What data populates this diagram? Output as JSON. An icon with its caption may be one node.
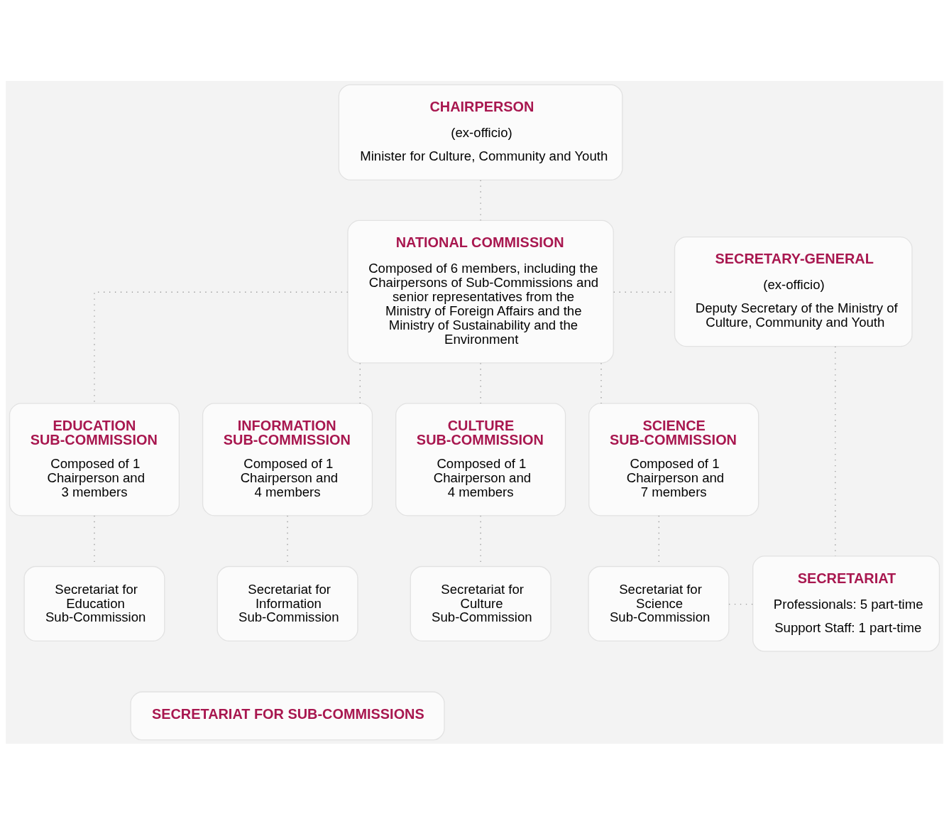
{
  "diagram": {
    "nodes": [
      {
        "text": [
          "CHAIRPERSON",
          "(ex-officio)",
          "Minister for Culture, Community and Youth"
        ]
      },
      {
        "text": [
          "NATIONAL COMMISSION",
          "Composed of 6 members, including the Chairpersons of Sub-Commissions and senior representatives from the Ministry of Foreign Affairs and the Ministry of Sustainability and the Environment"
        ]
      },
      {
        "text": [
          "SECRETARY-GENERAL",
          "(ex-officio)",
          "Deputy Secretary of the Ministry of Culture, Community and Youth"
        ]
      },
      {
        "text": [
          "EDUCATION SUB-COMMISSION",
          "Composed of 1 Chairperson and 3 members"
        ]
      },
      {
        "text": [
          "INFORMATION SUB-COMMISSION",
          "Composed of 1 Chairperson and 4 members"
        ]
      },
      {
        "text": [
          "CULTURE SUB-COMMISSION",
          "Composed of 1 Chairperson and 4 members"
        ]
      },
      {
        "text": [
          "SCIENCE SUB-COMMISSION",
          "Composed of 1 Chairperson and 7 members"
        ]
      },
      {
        "text": [
          "Secretariat for Education Sub-Commission"
        ]
      },
      {
        "text": [
          "Secretariat for Information Sub-Commission"
        ]
      },
      {
        "text": [
          "Secretariat for Culture Sub-Commission"
        ]
      },
      {
        "text": [
          "Secretariat for Science Sub-Commission"
        ]
      },
      {
        "text": [
          "SECRETARIAT",
          "Professionals: 5 part-time",
          "Support Staff: 1 part-time"
        ]
      },
      {
        "text": [
          "SECRETARIAT FOR SUB-COMMISSIONS"
        ]
      }
    ],
    "edges": [
      {
        "from": 0,
        "to": 1,
        "arrow": "none"
      },
      {
        "from": 1,
        "to": 2,
        "arrow": "none"
      },
      {
        "from": 1,
        "to": 3,
        "arrow": "none"
      },
      {
        "from": 1,
        "to": 4,
        "arrow": "none"
      },
      {
        "from": 1,
        "to": 5,
        "arrow": "none"
      },
      {
        "from": 1,
        "to": 6,
        "arrow": "none"
      },
      {
        "from": 3,
        "to": 7,
        "arrow": "none"
      },
      {
        "from": 4,
        "to": 8,
        "arrow": "none"
      },
      {
        "from": 5,
        "to": 9,
        "arrow": "none"
      },
      {
        "from": 6,
        "to": 10,
        "arrow": "none"
      },
      {
        "from": 2,
        "to": 11,
        "arrow": "none"
      },
      {
        "from": 10,
        "to": 11,
        "arrow": "none"
      }
    ]
  }
}
